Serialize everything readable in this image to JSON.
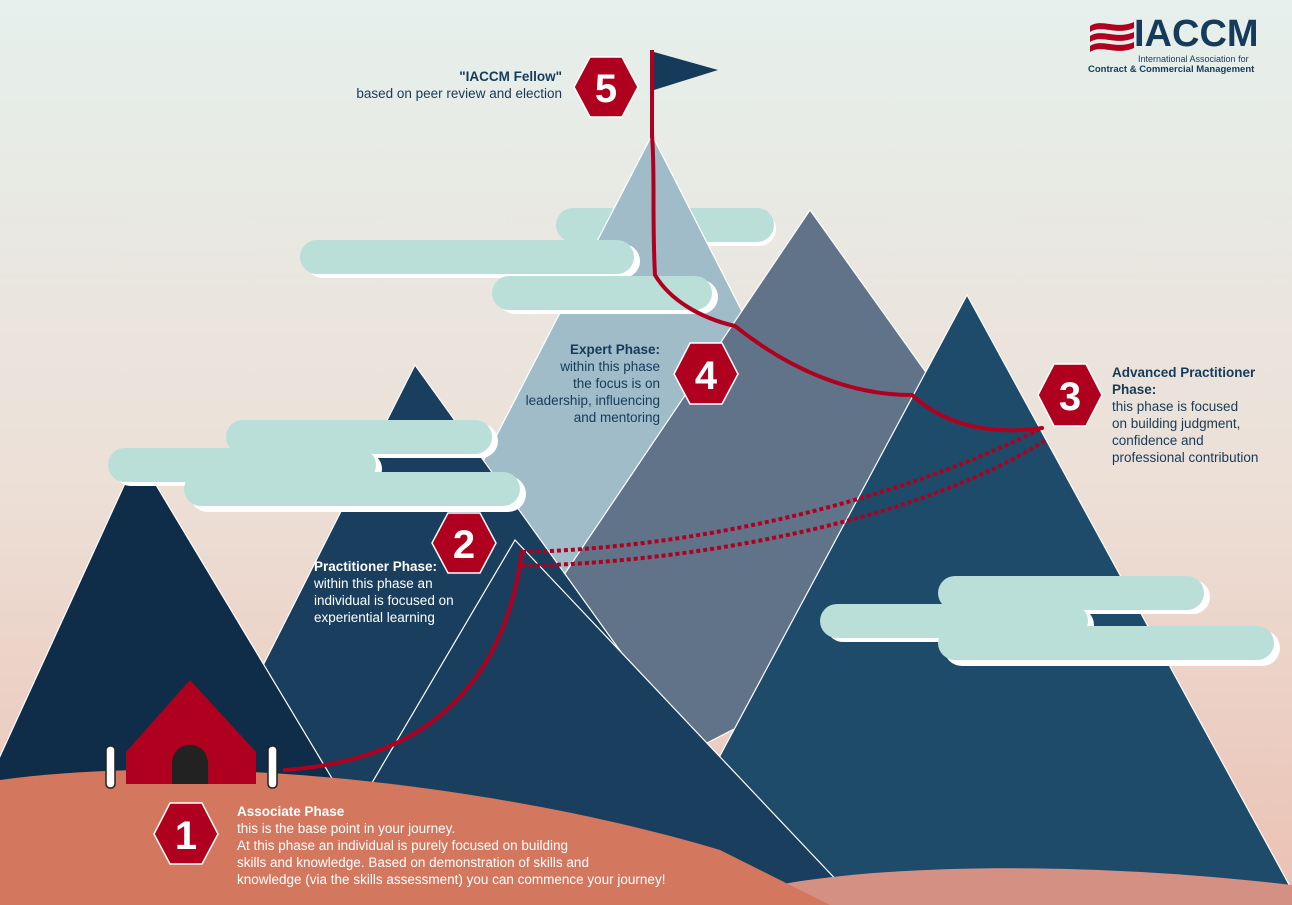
{
  "brand": {
    "name": "IACCM",
    "subtitle_line1": "International Association for",
    "subtitle_line2": "Contract & Commercial Management"
  },
  "colors": {
    "red": "#b0001f",
    "navy": "#163a5a",
    "cloud": "#b9dfd8",
    "ground": "#d4775f"
  },
  "phases": [
    {
      "number": "1",
      "title": "Associate Phase",
      "lines": [
        "this is the base point in your journey.",
        "At this phase an individual is purely focused on building",
        "skills and knowledge. Based on demonstration of skills and",
        "knowledge (via the skills assessment) you can commence your journey!"
      ]
    },
    {
      "number": "2",
      "title": "Practitioner Phase:",
      "lines": [
        "within this phase an",
        "individual is focused on",
        "experiential learning"
      ]
    },
    {
      "number": "3",
      "title_lines": [
        "Advanced Practitioner",
        "Phase:"
      ],
      "lines": [
        "this phase is focused",
        "on building judgment,",
        "confidence and",
        "professional contribution"
      ]
    },
    {
      "number": "4",
      "title": "Expert Phase:",
      "lines": [
        "within this phase",
        "the focus is on",
        "leadership, influencing",
        "and mentoring"
      ]
    },
    {
      "number": "5",
      "title": "\"IACCM Fellow\"",
      "lines": [
        "based on peer review and election"
      ]
    }
  ]
}
